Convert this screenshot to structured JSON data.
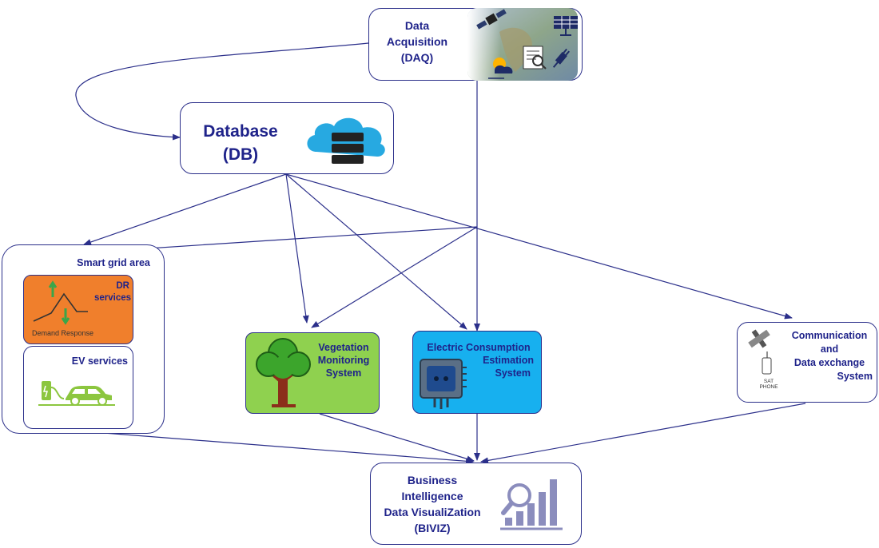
{
  "colors": {
    "arrow": "#2b2f8a",
    "text": "#1f238a",
    "dr_fill": "#f07f2c",
    "vegetation_fill": "#8fd14f",
    "electric_fill": "#17b0ef",
    "ev_green": "#8cc63f",
    "db_cloud": "#27a9e1"
  },
  "nodes": {
    "daq": {
      "line1": "Data",
      "line2": "Acquisition",
      "line3": "(DAQ)"
    },
    "db": {
      "line1": "Database",
      "line2": "(DB)"
    },
    "smart_grid": {
      "title": "Smart grid area",
      "dr": {
        "line1": "DR",
        "line2": "services",
        "caption": "Demand Response"
      },
      "ev": {
        "title": "EV services"
      }
    },
    "vegetation": {
      "line1": "Vegetation",
      "line2": "Monitoring",
      "line3": "System"
    },
    "electric": {
      "line1": "Electric Consumption",
      "line2": "Estimation",
      "line3": "System"
    },
    "communication": {
      "line1": "Communication",
      "line2": "and",
      "line3": "Data exchange",
      "line4": "System",
      "phone_line1": "SAT",
      "phone_line2": "PHONE"
    },
    "biviz": {
      "line1": "Business",
      "line2": "Intelligence",
      "line3": "Data VisualiZation",
      "line4": "(BIVIZ)"
    }
  },
  "icons": {
    "daq": "satellite-map-collage-icon",
    "db": "cloud-database-icon",
    "dr": "demand-response-chart-icon",
    "ev": "ev-charging-car-icon",
    "vegetation": "tree-icon",
    "electric": "power-socket-icon",
    "communication": "satellite-phone-icon",
    "biviz": "analytics-chart-magnifier-icon"
  }
}
